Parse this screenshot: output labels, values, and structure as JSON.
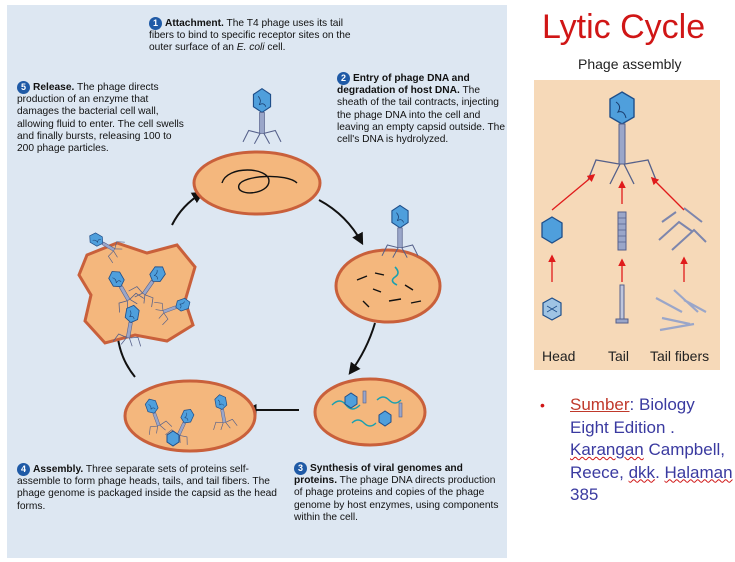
{
  "title": "Lytic Cycle",
  "diagram": {
    "steps": [
      {
        "number": "1",
        "heading": "Attachment.",
        "body_before": " The T4 phage uses its tail fibers to bind to specific receptor sites on the outer surface of an ",
        "body_italic": "E. coli",
        "body_after": " cell."
      },
      {
        "number": "2",
        "heading": "Entry of phage DNA and degradation of host DNA.",
        "body_before": " The sheath of the tail contracts, injecting the phage DNA into the cell and leaving an empty capsid outside. The cell's DNA is hydrolyzed.",
        "body_italic": "",
        "body_after": ""
      },
      {
        "number": "3",
        "heading": "Synthesis of viral genomes and proteins.",
        "body_before": " The phage DNA directs production of phage proteins and copies of the phage genome by host enzymes, using components within the cell.",
        "body_italic": "",
        "body_after": ""
      },
      {
        "number": "4",
        "heading": "Assembly.",
        "body_before": " Three separate sets of proteins self-assemble to form phage heads, tails, and tail fibers. The phage genome is packaged inside the capsid as the head forms.",
        "body_italic": "",
        "body_after": ""
      },
      {
        "number": "5",
        "heading": "Release.",
        "body_before": " The phage directs production of an enzyme that damages the bacterial cell wall, allowing fluid to enter. The cell swells and finally bursts, releasing 100 to 200 phage particles.",
        "body_italic": "",
        "body_after": ""
      }
    ]
  },
  "assembly": {
    "heading": "Phage assembly",
    "labels": {
      "head": "Head",
      "tail": "Tail",
      "tail_fibers": "Tail fibers"
    }
  },
  "source": {
    "bullet": "•",
    "label": "Sumber",
    "sep": ": Biology Eight Edition . ",
    "author_word": "Karangan",
    "authors_rest": " Campbell, Reece, ",
    "dkk": "dkk",
    "dot": ". ",
    "page_word": "Halaman",
    "page_number": " 385"
  },
  "colors": {
    "title": "#d01616",
    "cell": "#f4b77d",
    "cell_border": "#c9603b",
    "phage_head": "#4f9fdc",
    "badge": "#1f5aa6"
  }
}
